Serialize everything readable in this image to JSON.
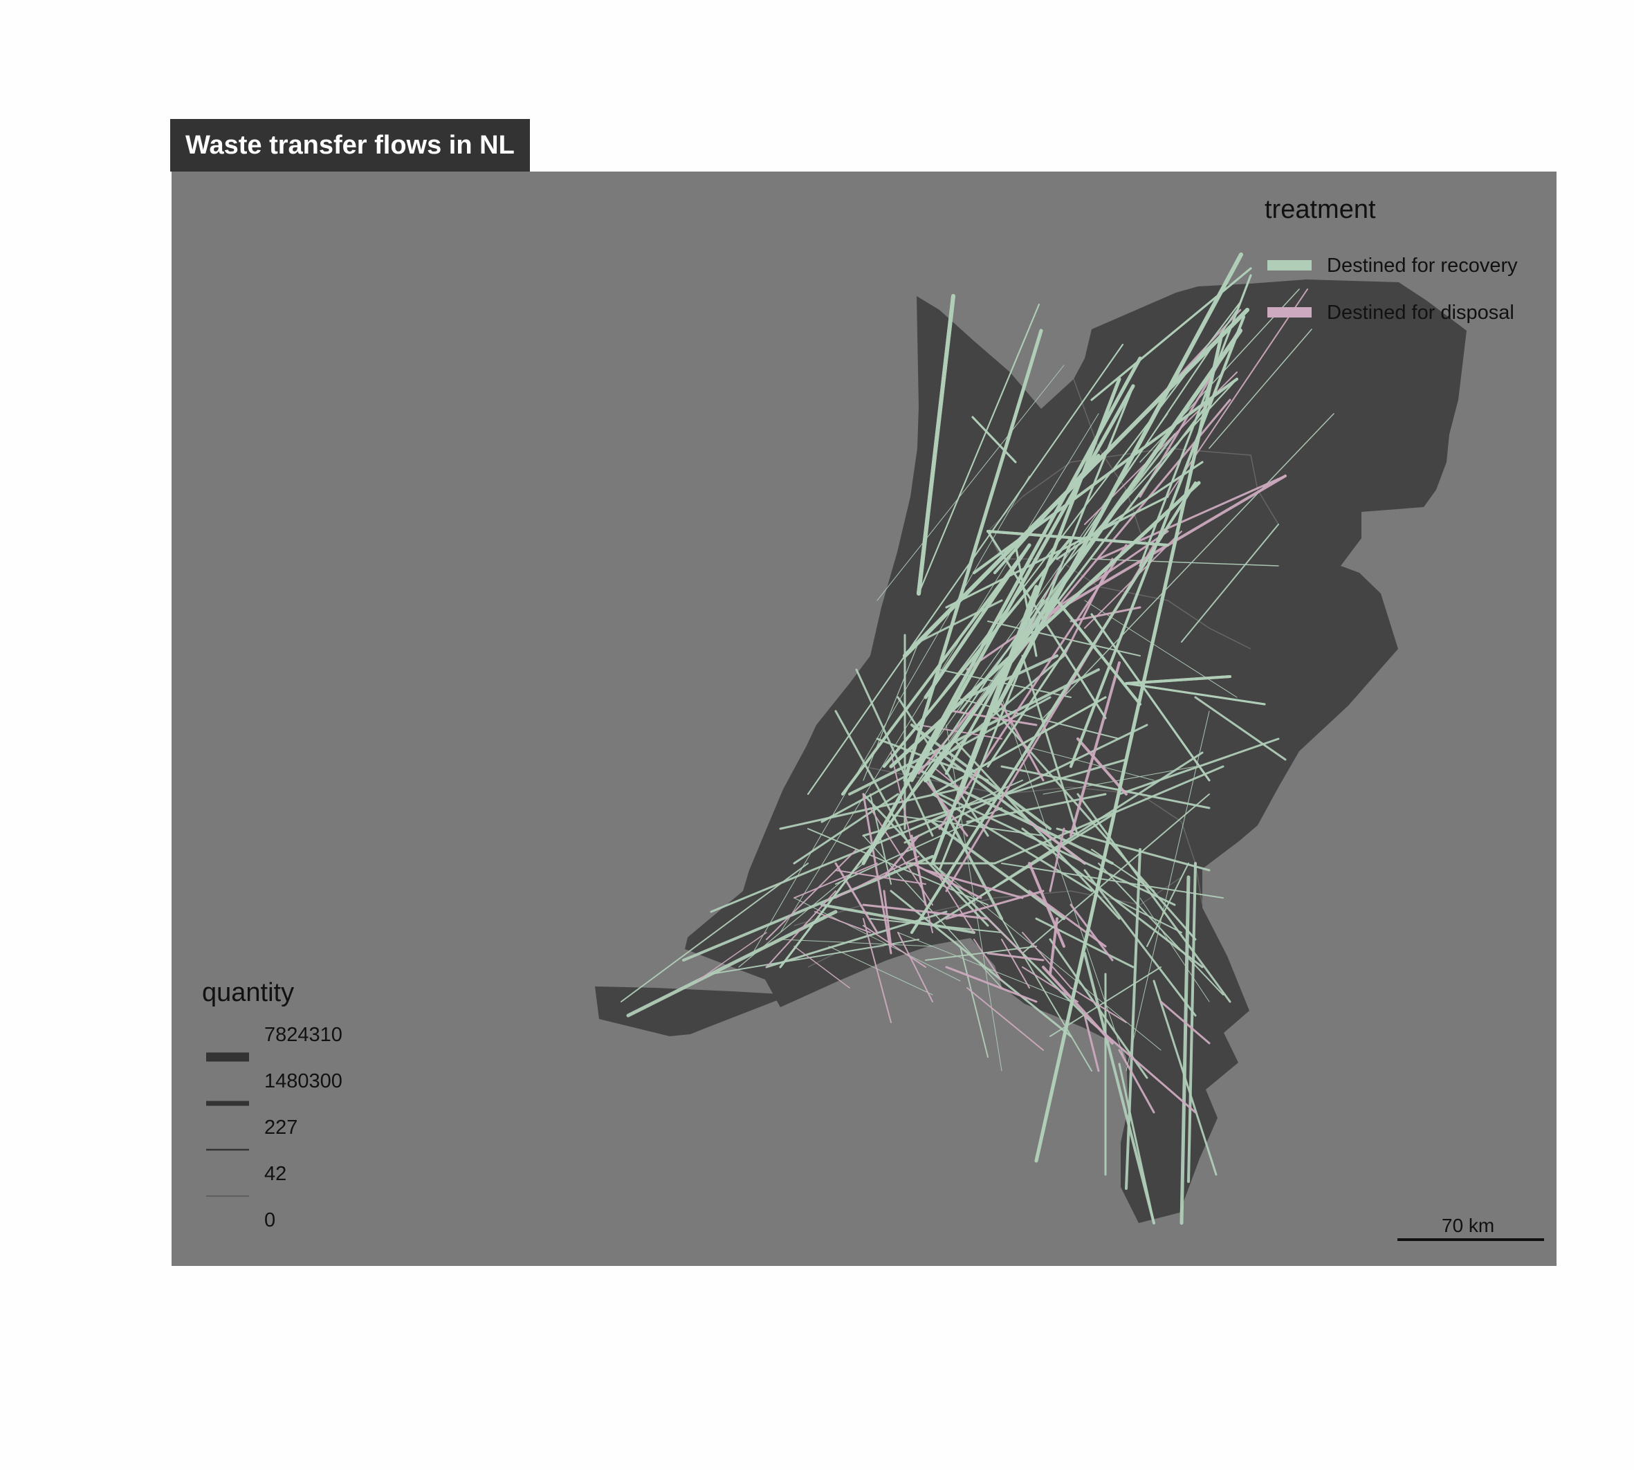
{
  "title": "Waste transfer flows in NL",
  "colors": {
    "panel_bg": "#7a7a7a",
    "land": "#444444",
    "recovery": "#b0cdb8",
    "disposal": "#cdaabf",
    "boundary": "#666666"
  },
  "legend_treatment": {
    "title": "treatment",
    "items": [
      {
        "label": "Destined for recovery",
        "color": "#b0cdb8"
      },
      {
        "label": "Destined for disposal",
        "color": "#cdaabf"
      }
    ]
  },
  "legend_quantity": {
    "title": "quantity",
    "items": [
      {
        "label": "7824310"
      },
      {
        "label": "1480300"
      },
      {
        "label": "227"
      },
      {
        "label": "42"
      },
      {
        "label": "0"
      }
    ]
  },
  "scale_bar": {
    "label": "70 km"
  }
}
